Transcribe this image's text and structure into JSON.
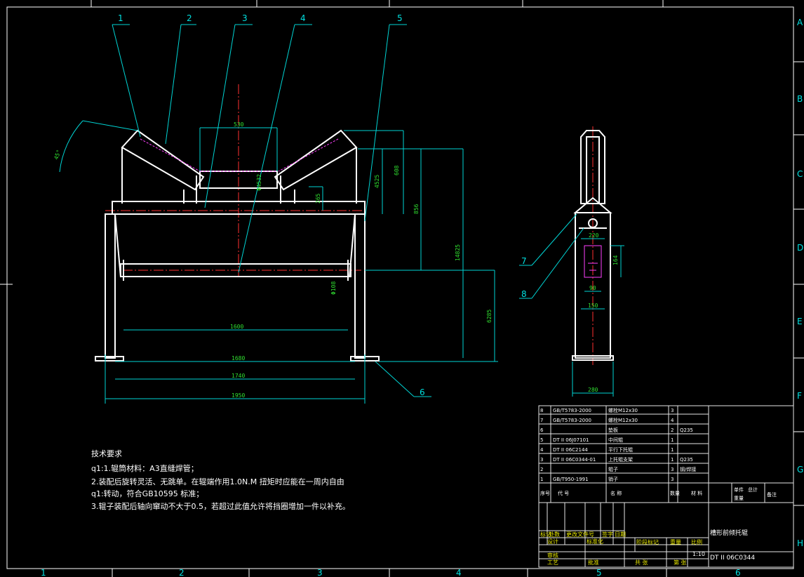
{
  "frame": {
    "row_labels": [
      "A",
      "B",
      "C",
      "D",
      "E",
      "F",
      "G",
      "H"
    ],
    "col_labels": [
      "1",
      "2",
      "3",
      "4",
      "5",
      "6"
    ]
  },
  "callouts": {
    "front": [
      "1",
      "2",
      "3",
      "4",
      "5",
      "6"
    ],
    "side": [
      "7",
      "8"
    ]
  },
  "dimensions": {
    "d530": "530",
    "d1600": "1600",
    "d1680": "1680",
    "d1740": "1740",
    "d1950": "1950",
    "d608": "608",
    "d4525": "4525",
    "d856": "856",
    "d14825": "14825",
    "d6285": "6285",
    "d265": "265",
    "d108": "Φ108",
    "d4532": "Φ4532",
    "d220": "220",
    "d90": "90",
    "d150": "150",
    "d280": "280",
    "d164": "164",
    "angle": "45°"
  },
  "notes": {
    "title": "技术要求",
    "line1": "q1:1.辊筒材料：A3直缝焊管；",
    "line2": "2.装配后旋转灵活、无跳单。在辊端作用1.0N.M 扭矩时应能在一周内自由",
    "line3": "q1:转动，符合GB10595 标准；",
    "line4": "3.辊子装配后轴向窜动不大于0.5，若超过此值允许将挡圈增加一件以补充。"
  },
  "bom": {
    "rows": [
      {
        "no": "8",
        "code": "GB/T5783-2000",
        "name": "螺栓M12x30",
        "qty": "3",
        "mat": ""
      },
      {
        "no": "7",
        "code": "GB/T5783-2000",
        "name": "螺栓M12x30",
        "qty": "4",
        "mat": ""
      },
      {
        "no": "6",
        "code": "",
        "name": "垫板",
        "qty": "2",
        "mat": "Q235"
      },
      {
        "no": "5",
        "code": "DT II 06J07101",
        "name": "中间辊",
        "qty": "1",
        "mat": ""
      },
      {
        "no": "4",
        "code": "DT II 06C2144",
        "name": "平行下托辊",
        "qty": "1",
        "mat": ""
      },
      {
        "no": "3",
        "code": "DT II 06C0344-01",
        "name": "上托辊支架",
        "qty": "1",
        "mat": "Q235"
      },
      {
        "no": "2",
        "code": "",
        "name": "辊子",
        "qty": "3",
        "mat": "钢/焊接"
      },
      {
        "no": "1",
        "code": "GB/T950-1991",
        "name": "销子",
        "qty": "3",
        "mat": ""
      }
    ],
    "header": {
      "no": "序号",
      "code": "代 号",
      "name": "名 称",
      "qty": "数量",
      "mat": "材 料",
      "unit": "单件",
      "total": "总计",
      "weight": "重量",
      "remark": "备注"
    }
  },
  "title_block": {
    "drawing_name": "槽形前倾托辊",
    "drawing_no": "DT II 06C0344",
    "scale": "1:10",
    "labels": {
      "mark": "标记",
      "qty": "处数",
      "change": "更改文件号",
      "sign": "签字",
      "date": "日期",
      "design": "设计",
      "check": "审核",
      "process": "工艺",
      "standard": "标准化",
      "approve": "批准",
      "stage": "阶段标记",
      "weight": "重量",
      "ratio": "比例",
      "sheet": "共 张",
      "page": "第 张"
    }
  }
}
